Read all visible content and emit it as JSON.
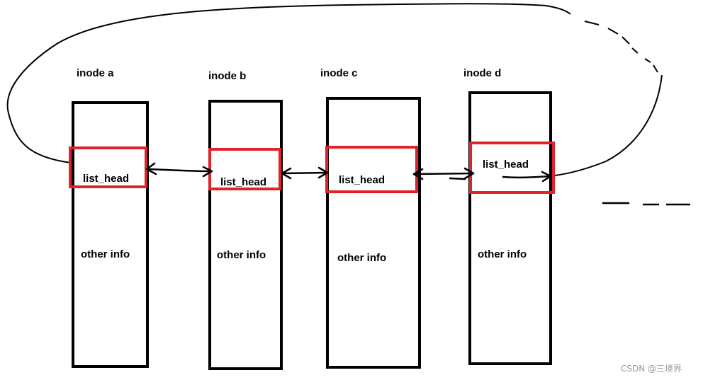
{
  "nodes": [
    {
      "name": "inode a",
      "head": "list_head",
      "info": "other info"
    },
    {
      "name": "inode b",
      "head": "list_head",
      "info": "other info"
    },
    {
      "name": "inode c",
      "head": "list_head",
      "info": "other info"
    },
    {
      "name": "inode d",
      "head": "list_head",
      "info": "other info"
    }
  ],
  "watermark": "CSDN @三境界",
  "colors": {
    "stroke": "#000000",
    "highlight": "#e0232a",
    "watermark": "#9a9a9a"
  }
}
